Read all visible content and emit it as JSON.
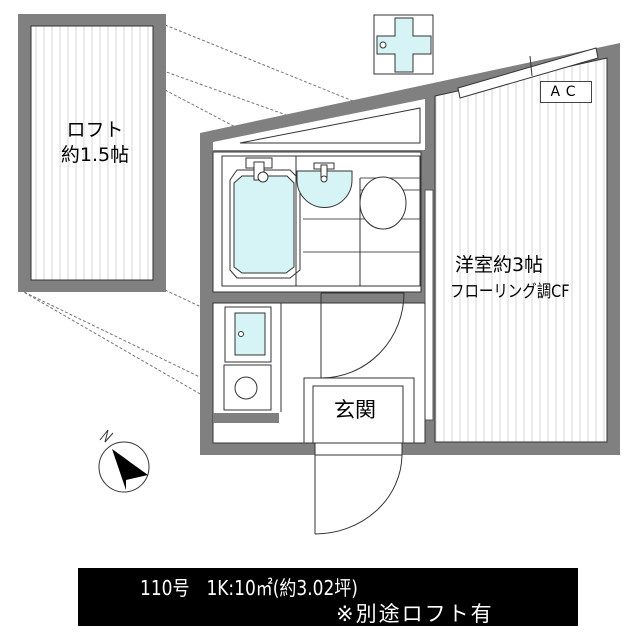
{
  "loft": {
    "label_line1": "ロフト",
    "label_line2": "約1.5帖"
  },
  "western_room": {
    "label": "洋室約3帖",
    "flooring": "フローリング調CF"
  },
  "air_conditioner": {
    "label": "AC"
  },
  "entrance": {
    "label": "玄関"
  },
  "fixtures": [
    "unit-bath",
    "washbasin",
    "toilet",
    "kitchen-sink",
    "washing-machine-pan",
    "shower-drain"
  ],
  "compass": {
    "north_label": "N"
  },
  "summary": {
    "line1": "110号　1K:10㎡(約3.02坪)",
    "line2": "※別途ロフト有"
  },
  "colors": {
    "wall": "#808080",
    "water": "#d6f4f6",
    "floor_line": "#d8d8d8",
    "banner_bg": "#000000",
    "banner_text": "#ffffff"
  }
}
